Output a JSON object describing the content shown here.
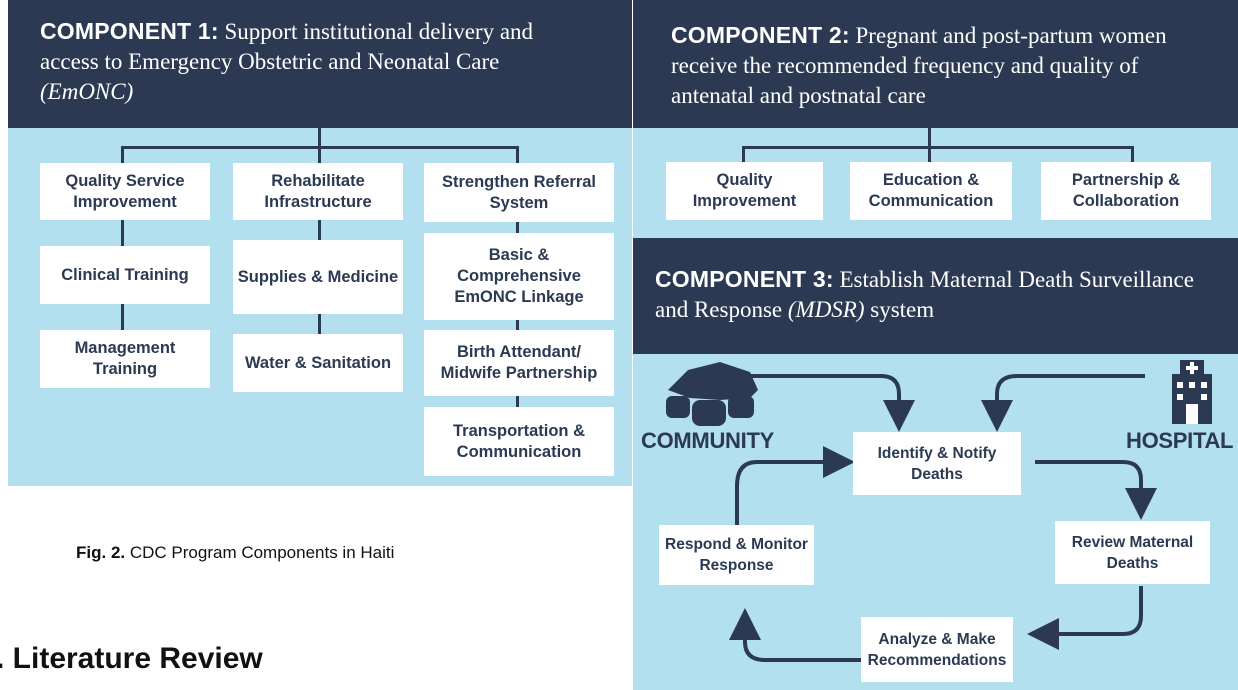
{
  "component1": {
    "lead": "COMPONENT 1:",
    "text": "Support institutional delivery and access to Emergency Obstetric and Neonatal Care",
    "italic": "(EmONC)",
    "col1": [
      "Quality Service Improvement",
      "Clinical Training",
      "Management Training"
    ],
    "col2": [
      "Rehabilitate Infrastructure",
      "Supplies & Medicine",
      "Water & Sanitation"
    ],
    "col3": [
      "Strengthen Referral System",
      "Basic & Comprehensive EmONC Linkage",
      "Birth Attendant/ Midwife Partnership",
      "Transportation & Communication"
    ]
  },
  "component2": {
    "lead": "COMPONENT 2:",
    "text": "Pregnant and post-partum women receive the recommended frequency and quality of antenatal and postnatal care",
    "boxes": [
      "Quality Improvement",
      "Education & Communication",
      "Partnership & Collaboration"
    ]
  },
  "component3": {
    "lead": "COMPONENT 3:",
    "text": "Establish Maternal Death Surveillance and Response",
    "italic": "(MDSR)",
    "tail": "system",
    "community": "COMMUNITY",
    "hospital": "HOSPITAL",
    "identify": "Identify & Notify Deaths",
    "review": "Review Maternal Deaths",
    "analyze": "Analyze & Make Recommendations",
    "respond": "Respond & Monitor Response"
  },
  "caption": {
    "label": "Fig. 2.",
    "text": "CDC Program Components in Haiti"
  },
  "section_title": ". Literature Review",
  "colors": {
    "navy": "#2b3a52",
    "light_blue": "#b3e0ee"
  }
}
